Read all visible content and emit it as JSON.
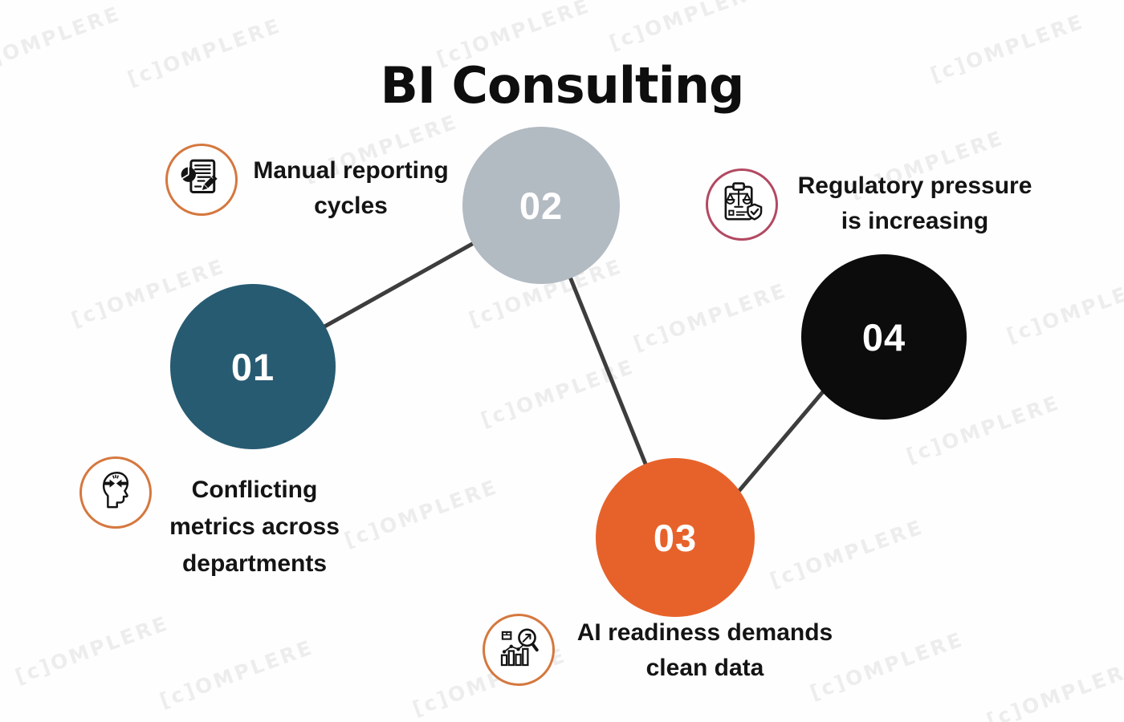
{
  "title": "BI Consulting",
  "watermark_text": "[c]OMPLERE",
  "colors": {
    "node_01": "#275b72",
    "node_02": "#b2bac2",
    "node_03": "#e7622a",
    "node_04": "#0c0c0c",
    "connector": "#3d3d3d",
    "icon_ring_orange": "#d5783f",
    "icon_ring_crimson": "#b24962",
    "number_text": "#ffffff",
    "label_text": "#141414"
  },
  "nodes": [
    {
      "number": "01",
      "callout": {
        "icon": "conflict-head-icon",
        "lines": [
          "Conflicting",
          "metrics across",
          "departments"
        ]
      }
    },
    {
      "number": "02",
      "callout": {
        "icon": "report-document-icon",
        "lines": [
          "Manual reporting",
          "cycles"
        ]
      }
    },
    {
      "number": "03",
      "callout": {
        "icon": "data-analysis-icon",
        "lines": [
          "AI readiness demands",
          "clean data"
        ]
      }
    },
    {
      "number": "04",
      "callout": {
        "icon": "regulatory-compliance-icon",
        "lines": [
          "Regulatory pressure",
          "is increasing"
        ]
      }
    }
  ],
  "connections": [
    "01-02",
    "02-03",
    "03-04"
  ]
}
